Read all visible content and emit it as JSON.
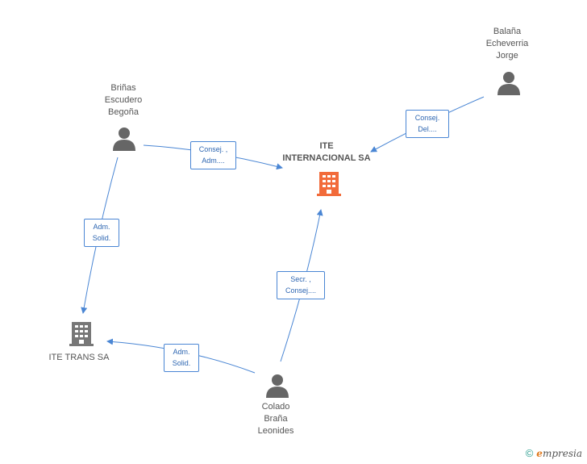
{
  "nodes": {
    "ite_internacional": {
      "label": "ITE\nINTERNACIONAL SA",
      "type": "company",
      "color": "#f26b3a"
    },
    "ite_trans": {
      "label": "ITE TRANS SA",
      "type": "company",
      "color": "#777777"
    },
    "brinas": {
      "label": "Briñas\nEscudero\nBegoña",
      "type": "person",
      "color": "#666666"
    },
    "balana": {
      "label": "Balaña\nEcheverria\nJorge",
      "type": "person",
      "color": "#666666"
    },
    "colado": {
      "label": "Colado\nBraña\nLeonides",
      "type": "person",
      "color": "#666666"
    }
  },
  "edges": {
    "brinas_to_internacional": "Consej. ,\nAdm....",
    "balana_to_internacional": "Consej.\nDel....",
    "brinas_to_trans": "Adm.\nSolid.",
    "colado_to_internacional": "Secr. ,\nConsej....",
    "colado_to_trans": "Adm.\nSolid."
  },
  "footer": {
    "copyright": "©",
    "brand_e": "e",
    "brand_rest": "mpresia"
  },
  "colors": {
    "edge": "#4a86d4"
  }
}
